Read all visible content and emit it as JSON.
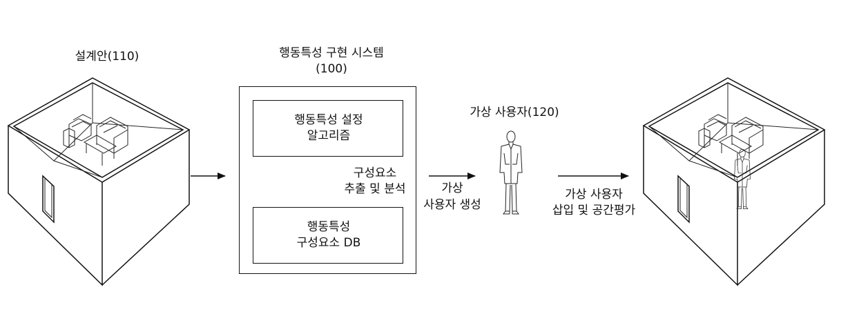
{
  "design_plan": {
    "label": "설계안(110)"
  },
  "system": {
    "title_line1": "행동특성 구현 시스템",
    "title_line2": "(100)",
    "algo_box": {
      "line1": "행동특성 설정",
      "line2": "알고리즘"
    },
    "db_box": {
      "line1": "행동특성",
      "line2": "구성요소 DB"
    },
    "extract_label": {
      "line1": "구성요소",
      "line2": "추출 및 분석"
    }
  },
  "virtual_user": {
    "label": "가상 사용자(120)"
  },
  "arrow_create": {
    "line1": "가상",
    "line2": "사용자 생성"
  },
  "arrow_insert": {
    "line1": "가상 사용자",
    "line2": "삽입 및 공간평가"
  },
  "icons": [
    "room-icon",
    "person-icon",
    "room-with-person-icon",
    "arrow-icon"
  ]
}
